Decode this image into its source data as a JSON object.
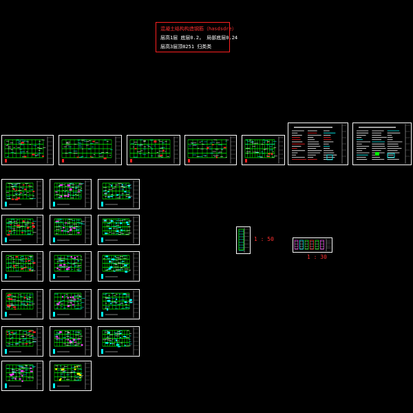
{
  "note": {
    "line1": "混凝土结构构造钢筋（hasdsdre）",
    "line2": "层高1层 底层0.2，    局部底层0.24",
    "line3": "层高3层顶8251 归类类"
  },
  "scale_labels": [
    "1 : 50",
    "1 : 30"
  ],
  "colors": {
    "background": "#000000",
    "frame": "#ffffff",
    "grid": "#00ff00",
    "cyan": "#00ffff",
    "red": "#ff2020",
    "magenta": "#ff40ff",
    "yellow": "#ffff00"
  },
  "sheet_groups": {
    "top_row_plans": 5,
    "top_row_notes": 2,
    "floor_plans": 17,
    "detail_sheets": 2
  }
}
